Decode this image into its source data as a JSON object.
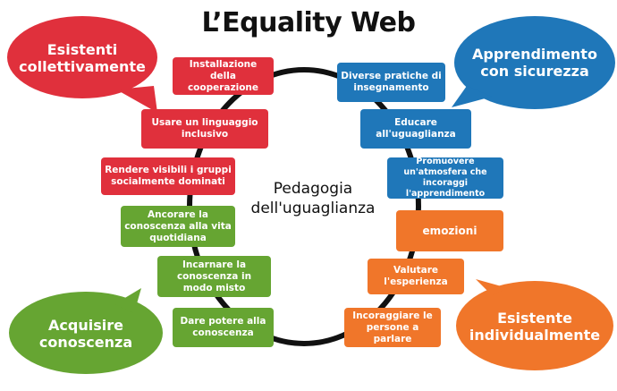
{
  "title": "L’Equality Web",
  "center_label": {
    "line1": "Pedagogia",
    "line2": "dell'uguaglianza"
  },
  "bubbles": [
    {
      "text_line1": "Esistenti",
      "text_line2": "collettivamente",
      "color": "#e0303c"
    },
    {
      "text_line1": "Apprendimento",
      "text_line2": "con sicurezza",
      "color": "#1f77b9"
    },
    {
      "text_line1": "Acquisire",
      "text_line2": "conoscenza",
      "color": "#66a532"
    },
    {
      "text_line1": "Esistente",
      "text_line2": "individualmente",
      "color": "#f0762a"
    }
  ],
  "boxes": [
    {
      "text": "Installazione della cooperazione",
      "color": "red"
    },
    {
      "text": "Usare un linguaggio inclusivo",
      "color": "red"
    },
    {
      "text": "Rendere visibili i gruppi socialmente dominati",
      "color": "red"
    },
    {
      "text": "Ancorare la conoscenza alla vita quotidiana",
      "color": "green"
    },
    {
      "text": "Incarnare la conoscenza in modo misto",
      "color": "green"
    },
    {
      "text": "Dare potere alla conoscenza",
      "color": "green"
    },
    {
      "text": "Diverse pratiche di insegnamento",
      "color": "blue"
    },
    {
      "text": "Educare all'uguaglianza",
      "color": "blue"
    },
    {
      "text": "Promuovere un'atmosfera che incoraggi l'apprendimento",
      "color": "blue"
    },
    {
      "text": "emozioni",
      "color": "orange"
    },
    {
      "text": "Valutare l'esperienza",
      "color": "orange"
    },
    {
      "text": "Incoraggiare le persone a parlare",
      "color": "orange"
    }
  ]
}
